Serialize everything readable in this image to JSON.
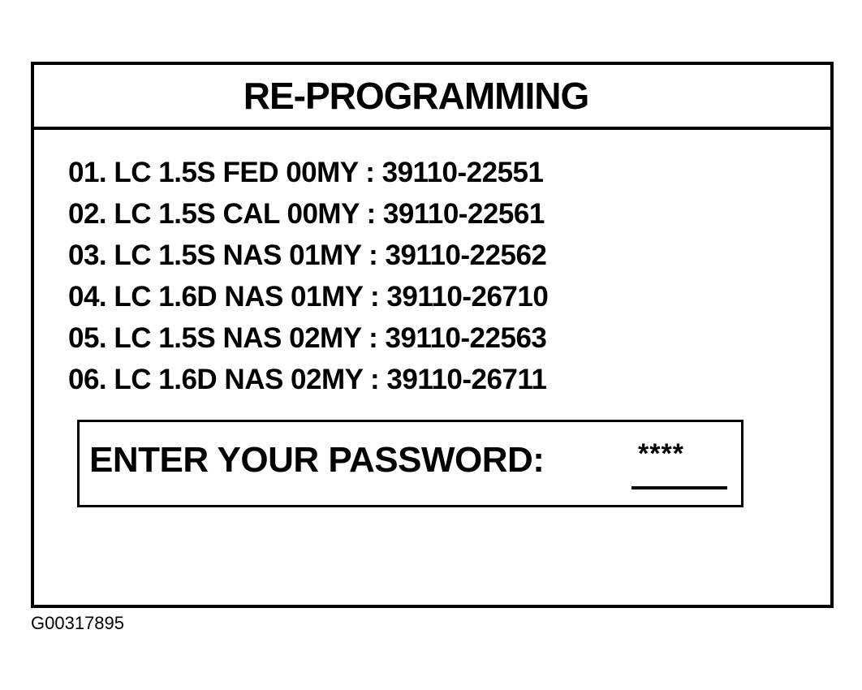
{
  "title": "RE-PROGRAMMING",
  "programs": [
    "01. LC 1.5S FED 00MY : 39110-22551",
    "02. LC 1.5S CAL 00MY : 39110-22561",
    "03. LC 1.5S NAS 01MY : 39110-22562",
    "04. LC 1.6D NAS 01MY : 39110-26710",
    "05. LC 1.5S NAS 02MY : 39110-22563",
    "06. LC 1.6D NAS 02MY : 39110-26711"
  ],
  "password": {
    "label": "ENTER YOUR PASSWORD:",
    "value": "****"
  },
  "figure_id": "G00317895"
}
